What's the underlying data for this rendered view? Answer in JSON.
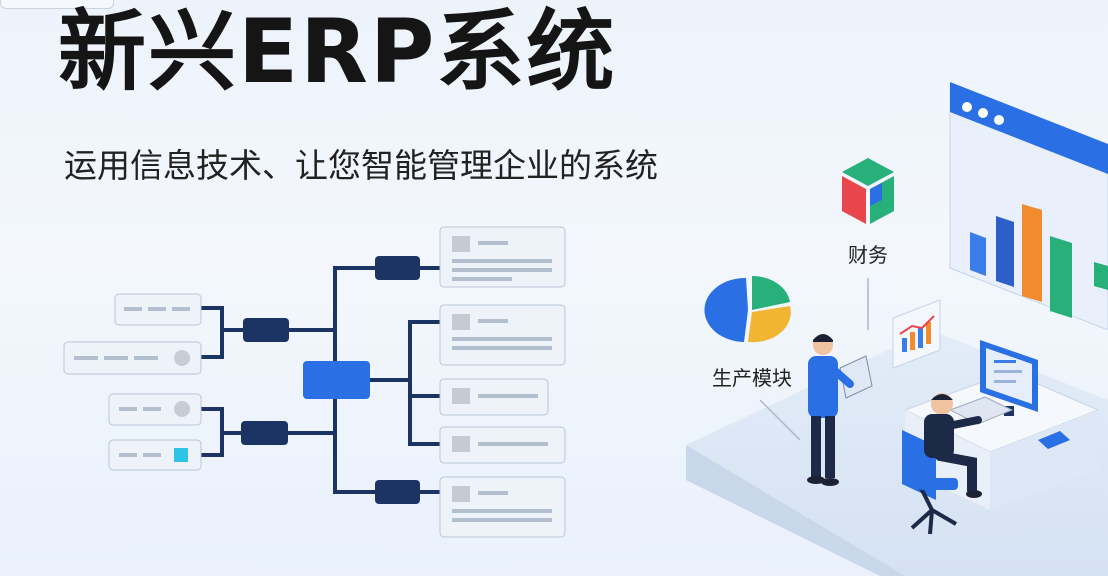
{
  "header": {
    "title": "新兴ERP系统",
    "subtitle": "运用信息技术、让您智能管理企业的系统"
  },
  "illustration": {
    "labels": {
      "finance": "财务",
      "production": "生产模块"
    }
  },
  "colors": {
    "node_dark": "#1c3463",
    "node_center": "#2a6fe3",
    "accent_cyan": "#2ec4e6",
    "bar_blue": "#3a7ce8",
    "bar_orange": "#f28a2e",
    "bar_green": "#27b07a"
  }
}
